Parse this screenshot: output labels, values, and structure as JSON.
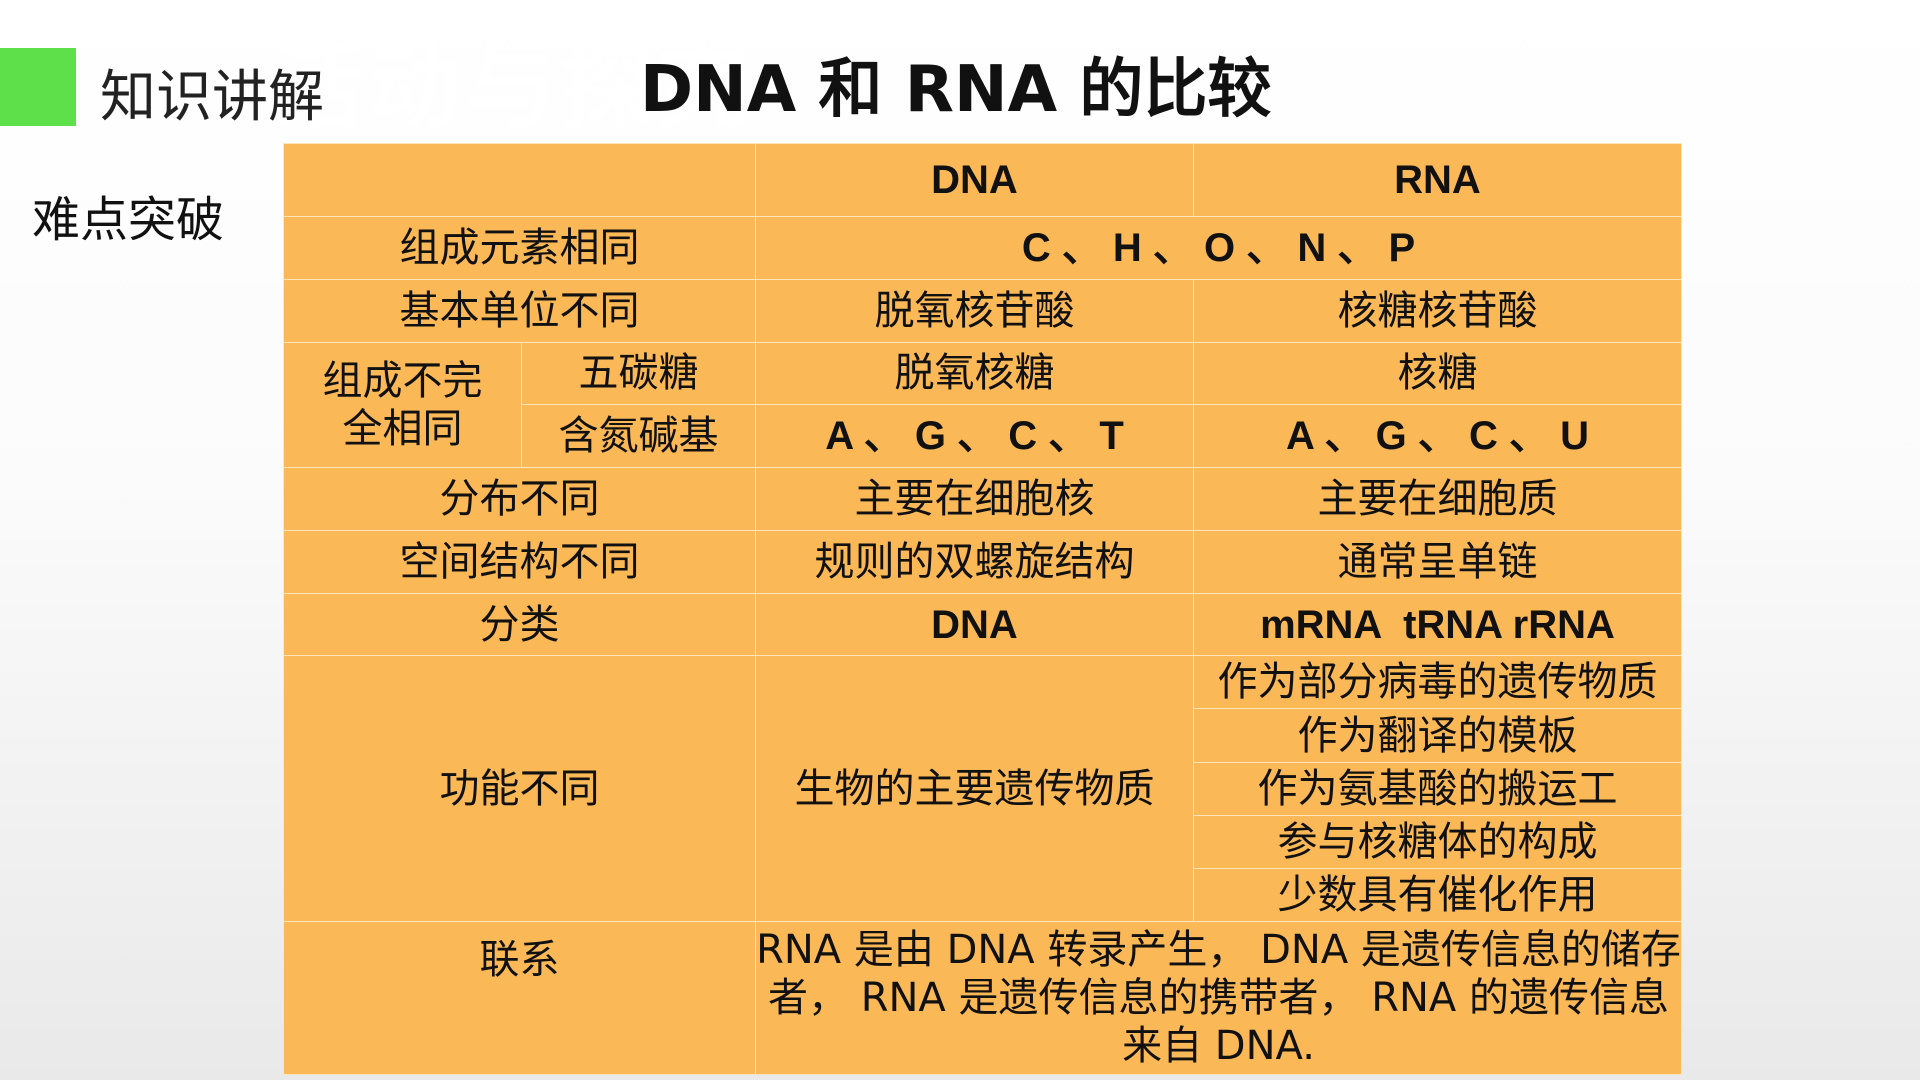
{
  "header": {
    "section_label": "知识讲解",
    "title": "DNA 和 RNA 的比较",
    "watermark": "活动与探究",
    "watermark_sub": "度安全》"
  },
  "sub_label": "难点突破",
  "table": {
    "col_headers": {
      "blank": "",
      "dna": "DNA",
      "rna": "RNA"
    },
    "elements": {
      "label": "组成元素相同",
      "value": "C 、 H 、 O 、 N 、 P"
    },
    "unit": {
      "label": "基本单位不同",
      "dna": "脱氧核苷酸",
      "rna": "核糖核苷酸"
    },
    "composition": {
      "label": "组成不完全相同",
      "sugar": {
        "label": "五碳糖",
        "dna": "脱氧核糖",
        "rna": "核糖"
      },
      "base": {
        "label": "含氮碱基",
        "dna": "A 、 G 、 C 、 T",
        "rna": "A 、 G 、 C 、 U"
      }
    },
    "distribution": {
      "label": "分布不同",
      "dna": "主要在细胞核",
      "rna": "主要在细胞质"
    },
    "structure": {
      "label": "空间结构不同",
      "dna": "规则的双螺旋结构",
      "rna": "通常呈单链"
    },
    "classification": {
      "label": "分类",
      "dna": "DNA",
      "rna": "mRNA  tRNA rRNA"
    },
    "function": {
      "label": "功能不同",
      "dna": "生物的主要遗传物质",
      "rna_items": [
        "作为部分病毒的遗传物质",
        "作为翻译的模板",
        "作为氨基酸的搬运工",
        "参与核糖体的构成",
        "少数具有催化作用"
      ]
    },
    "relation": {
      "label": "联系",
      "text": "RNA 是由 DNA 转录产生， DNA 是遗传信息的储存者， RNA 是遗传信息的携带者， RNA 的遗传信息来自 DNA."
    }
  }
}
